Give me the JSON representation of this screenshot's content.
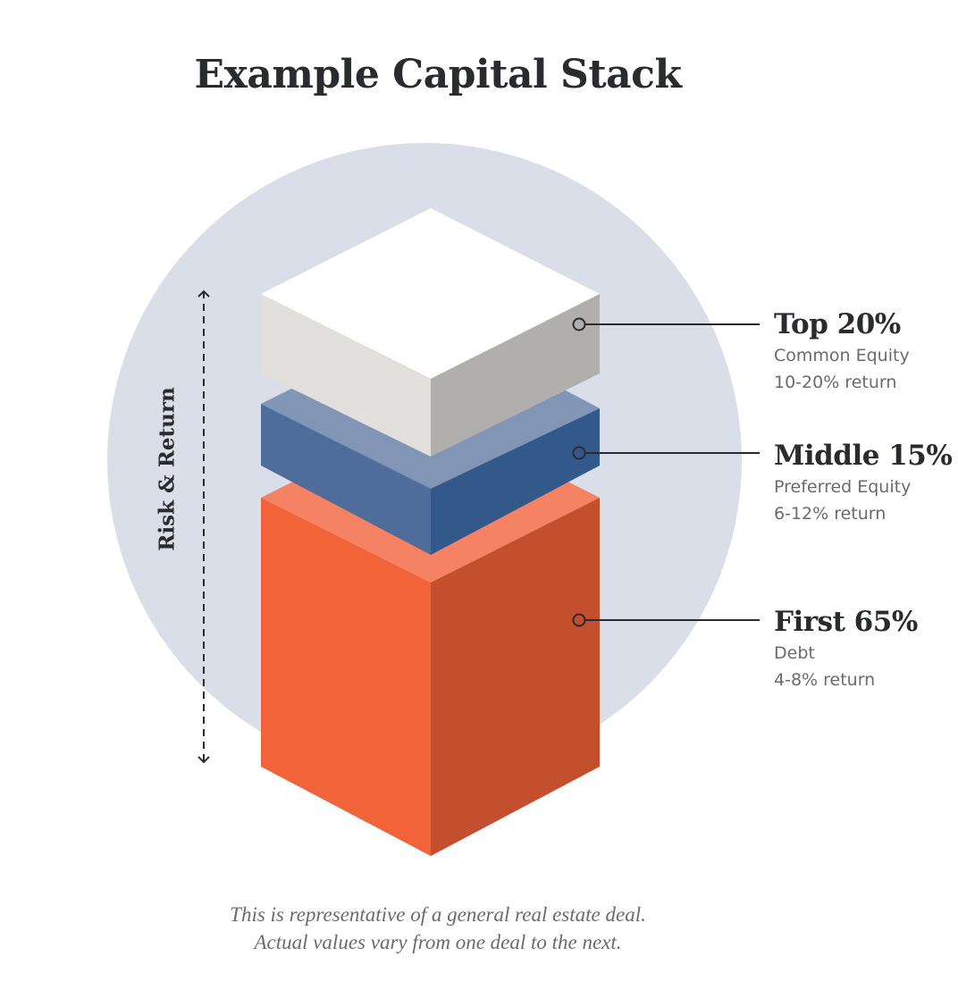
{
  "title": "Example Capital Stack",
  "axis_label": "Risk & Return",
  "tiers": [
    {
      "heading": "Top 20%",
      "type": "Common Equity",
      "return": "10-20% return"
    },
    {
      "heading": "Middle 15%",
      "type": "Preferred Equity",
      "return": "6-12% return"
    },
    {
      "heading": "First 65%",
      "type": "Debt",
      "return": "4-8% return"
    }
  ],
  "caption": {
    "line1": "This is representative of a general real estate deal.",
    "line2": "Actual values vary from one deal to the next."
  },
  "colors": {
    "background_circle": "#d9dee8",
    "common_equity": "#e2e0dd",
    "preferred_equity": "#4f6d9a",
    "debt": "#f2633a",
    "text_dark": "#2a2b2e",
    "text_muted": "#6a6b6e"
  }
}
